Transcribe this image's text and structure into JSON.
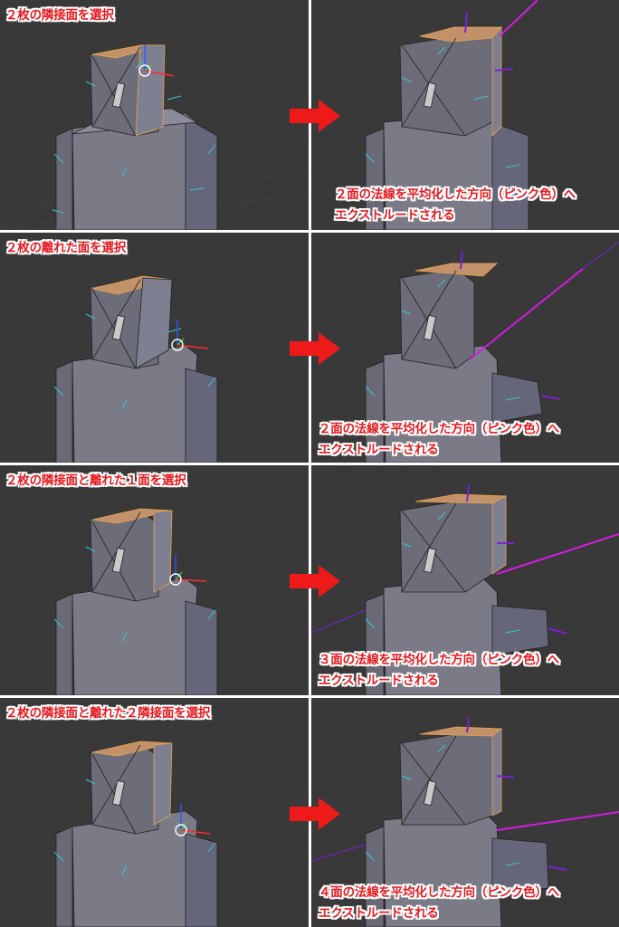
{
  "colors": {
    "viewport_bg": "#393939",
    "mesh_face": "#6f6f7c",
    "selected_edge": "#e8a34a",
    "selected_face": "#c2916a",
    "normal_line": "#35c7d6",
    "pink_normal": "#d31ce2",
    "purple_normal": "#7b22d2",
    "label_text": "#e8181e",
    "arrow": "#ee1a1a"
  },
  "rows": [
    {
      "title": "２枚の隣接面を選択",
      "desc_line1": "２面の法線を平均化した方向（ピンク色）へ",
      "desc_line2": "エクストルードされる"
    },
    {
      "title": "２枚の離れた面を選択",
      "desc_line1": "２面の法線を平均化した方向（ピンク色）へ",
      "desc_line2": "エクストルードされる"
    },
    {
      "title": "２枚の隣接面と離れた１面を選択",
      "desc_line1": "３面の法線を平均化した方向（ピンク色）へ",
      "desc_line2": "エクストルードされる"
    },
    {
      "title": "２枚の隣接面と離れた２隣接面を選択",
      "desc_line1": "４面の法線を平均化した方向（ピンク色）へ",
      "desc_line2": "エクストルードされる"
    }
  ]
}
